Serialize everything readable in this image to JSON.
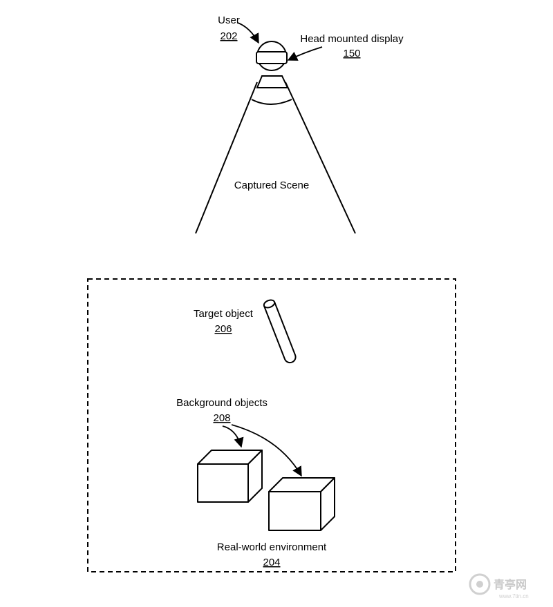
{
  "labels": {
    "user": "User",
    "user_ref": "202",
    "hmd": "Head mounted display",
    "hmd_ref": "150",
    "captured_scene": "Captured Scene",
    "target": "Target object",
    "target_ref": "206",
    "background": "Background objects",
    "background_ref": "208",
    "environment": "Real-world environment",
    "environment_ref": "204"
  },
  "watermark": {
    "text": "青亭网",
    "url": "www.7tin.cn"
  }
}
